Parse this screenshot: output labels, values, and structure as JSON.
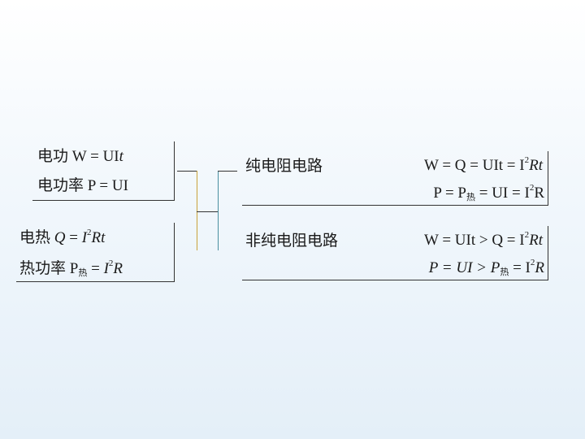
{
  "box1": {
    "row1": {
      "label": "电功",
      "formula": "W = UI",
      "var": "t"
    },
    "row2": {
      "label": "电功率",
      "formula": "P = UI"
    }
  },
  "box2": {
    "row1": {
      "label": "电热",
      "q": "Q",
      "eq": " = ",
      "i": "I",
      "exp": "2",
      "rt": "Rt"
    },
    "row2": {
      "label": "热功率",
      "p": "P",
      "sub": "热",
      "eq": " = ",
      "i": "I",
      "exp": "2",
      "r": "R"
    }
  },
  "box3": {
    "title": "纯电阻电路",
    "row1": "W = Q = UIt = I",
    "row1_exp": "2",
    "row1_end": "Rt",
    "row2_a": "P = P",
    "row2_sub": "热",
    "row2_b": " = UI = I",
    "row2_exp": "2",
    "row2_end": "R"
  },
  "box4": {
    "title": "非纯电阻电路",
    "row1": "W = UIt > Q = I",
    "row1_exp": "2",
    "row1_end": "Rt",
    "row2_a": "P = UI > P",
    "row2_sub": "热",
    "row2_b": " = I",
    "row2_exp": "2",
    "row2_end": "R"
  }
}
